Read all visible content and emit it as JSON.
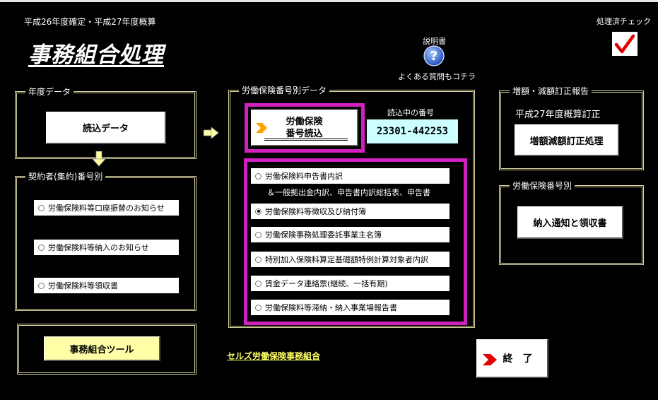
{
  "header": {
    "subtitle": "平成26年度確定・平成27年度概算",
    "title": "事務組合処理",
    "check_label": "処理済チェック",
    "manual_label": "説明書",
    "faq_label": "よくある質問もコチラ"
  },
  "nendo": {
    "legend": "年度データ",
    "load_button": "読込データ"
  },
  "keiyaku": {
    "legend": "契約者(集約)番号別",
    "options": [
      "労働保険料等口座振替のお知らせ",
      "労働保険料等納入のお知らせ",
      "労働保険料等領収書"
    ]
  },
  "tool_button": "事務組合ツール",
  "bango": {
    "legend": "労働保険番号別データ",
    "load_button_line1": "労働保険",
    "load_button_line2": "番号読込",
    "current_label": "読込中の番号",
    "current_number": "23301-442253",
    "options": [
      "労働保険料申告書内訳",
      "＆一般拠出金内訳、申告書内訳総括表、申告書",
      "労働保険料等徴収及び納付簿",
      "労働保険事務処理委託事業主名簿",
      "特別加入保険料算定基礎額特例計算対象者内訳",
      "賃金データ連絡票(継続、一括有期)",
      "労働保険料等滞納・納入事業場報告書"
    ],
    "selected_index": 2
  },
  "zougaku": {
    "legend": "増額・減額訂正報告",
    "caption": "平成27年度概算訂正",
    "button": "増額減額訂正処理"
  },
  "bango_betsu": {
    "legend": "労働保険番号別",
    "button": "納入通知と領収書"
  },
  "footer_link": "セルズ労働保険事務組合",
  "exit_button": "終　了",
  "colors": {
    "accent_magenta": "#d020c0",
    "number_box": "#ccffff",
    "tool_button": "#ffffa8",
    "arrow": "#ff0000",
    "link": "#ffff66"
  }
}
